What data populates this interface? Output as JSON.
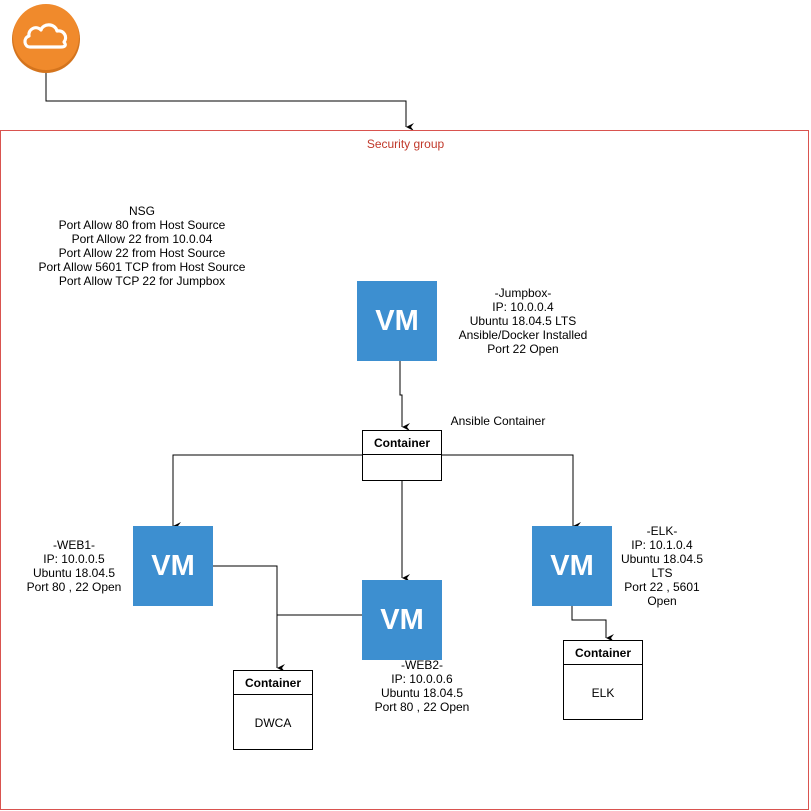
{
  "cloud": {
    "icon": "cloud-icon",
    "bg_color": "#f08a2c",
    "ring_color": "#d4741d"
  },
  "security_group": {
    "label": "Security group",
    "border_color": "#d9534f",
    "label_color": "#c0392b"
  },
  "nsg": {
    "lines": [
      "NSG",
      "Port Allow 80 from Host Source",
      "Port Allow 22 from 10.0.04",
      "Port Allow 22 from Host Source",
      "Port Allow 5601 TCP from Host Source",
      "Port Allow TCP 22 for Jumpbox"
    ]
  },
  "vm_label": "VM",
  "vm_color": "#3d8fd0",
  "jumpbox": {
    "lines": [
      "-Jumpbox-",
      "IP: 10.0.0.4",
      "Ubuntu 18.04.5 LTS",
      "Ansible/Docker Installed",
      "Port 22 Open"
    ]
  },
  "ansible_container": {
    "caption": "Ansible Container",
    "header": "Container",
    "body": ""
  },
  "web1": {
    "lines": [
      "-WEB1-",
      "IP: 10.0.0.5",
      "Ubuntu 18.04.5",
      "Port 80 , 22 Open"
    ]
  },
  "web2": {
    "lines": [
      "-WEB2-",
      "IP: 10.0.0.6",
      "Ubuntu 18.04.5",
      "Port 80 , 22 Open"
    ]
  },
  "elk": {
    "lines": [
      "-ELK-",
      "IP: 10.1.0.4",
      "Ubuntu 18.04.5",
      "LTS",
      "Port 22 , 5601",
      "Open"
    ]
  },
  "dwca_container": {
    "header": "Container",
    "body": "DWCA"
  },
  "elk_container": {
    "header": "Container",
    "body": "ELK"
  }
}
